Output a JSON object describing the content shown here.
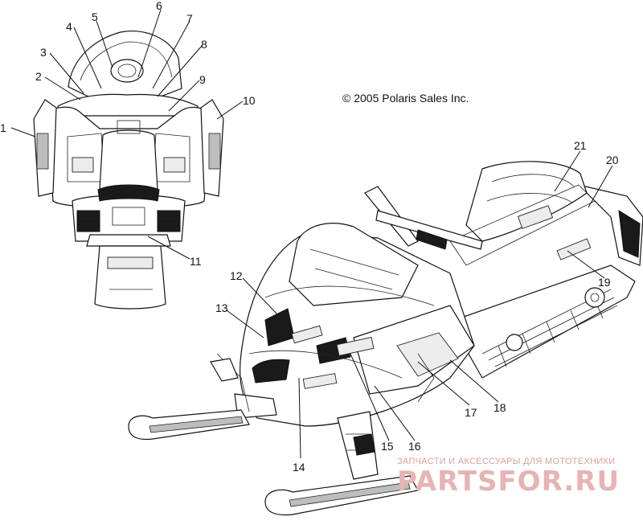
{
  "copyright": "© 2005 Polaris Sales Inc.",
  "watermark": {
    "tagline": "ЗАПЧАСТИ И АКСЕССУАРЫ ДЛЯ МОТОТЕХНИКИ",
    "brand": "PARTSFOR.RU"
  },
  "callouts": [
    "1",
    "2",
    "3",
    "4",
    "5",
    "6",
    "7",
    "8",
    "9",
    "10",
    "11",
    "12",
    "13",
    "14",
    "15",
    "16",
    "17",
    "18",
    "19",
    "20",
    "21"
  ],
  "colors": {
    "line": "#111111",
    "watermark": "#e7b3b3",
    "background": "#ffffff"
  }
}
